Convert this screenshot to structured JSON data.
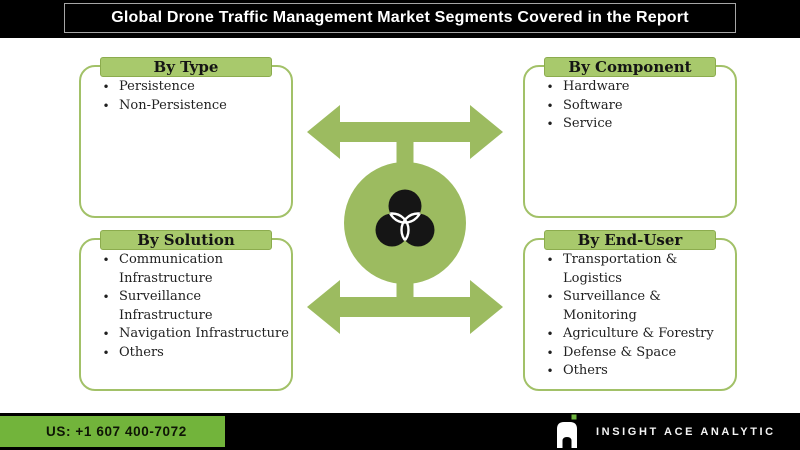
{
  "header": {
    "title": "Global Drone Traffic Management Market Segments Covered in the Report"
  },
  "boxes": [
    {
      "title": "By Type",
      "items": [
        "Persistence",
        "Non-Persistence"
      ]
    },
    {
      "title": "By Component",
      "items": [
        "Hardware",
        "Software",
        "Service"
      ]
    },
    {
      "title": "By Solution",
      "items": [
        "Communication\nInfrastructure",
        "Surveillance\nInfrastructure",
        "Navigation Infrastructure",
        "Others"
      ]
    },
    {
      "title": "By End-User",
      "items": [
        "Transportation &\nLogistics",
        "Surveillance &\nMonitoring",
        "Agriculture & Forestry",
        "Defense & Space",
        "Others"
      ]
    }
  ],
  "center": {
    "icon": "venn-three-circles"
  },
  "footer": {
    "phone": "US: +1 607 400-7072",
    "brand": "INSIGHT ACE ANALYTIC"
  },
  "colors": {
    "diagram_green": "#9CBB60",
    "header_fill": "#A8C96C",
    "phone_green": "#72B43B",
    "bar_black": "#000000",
    "icon_black": "#151515"
  }
}
